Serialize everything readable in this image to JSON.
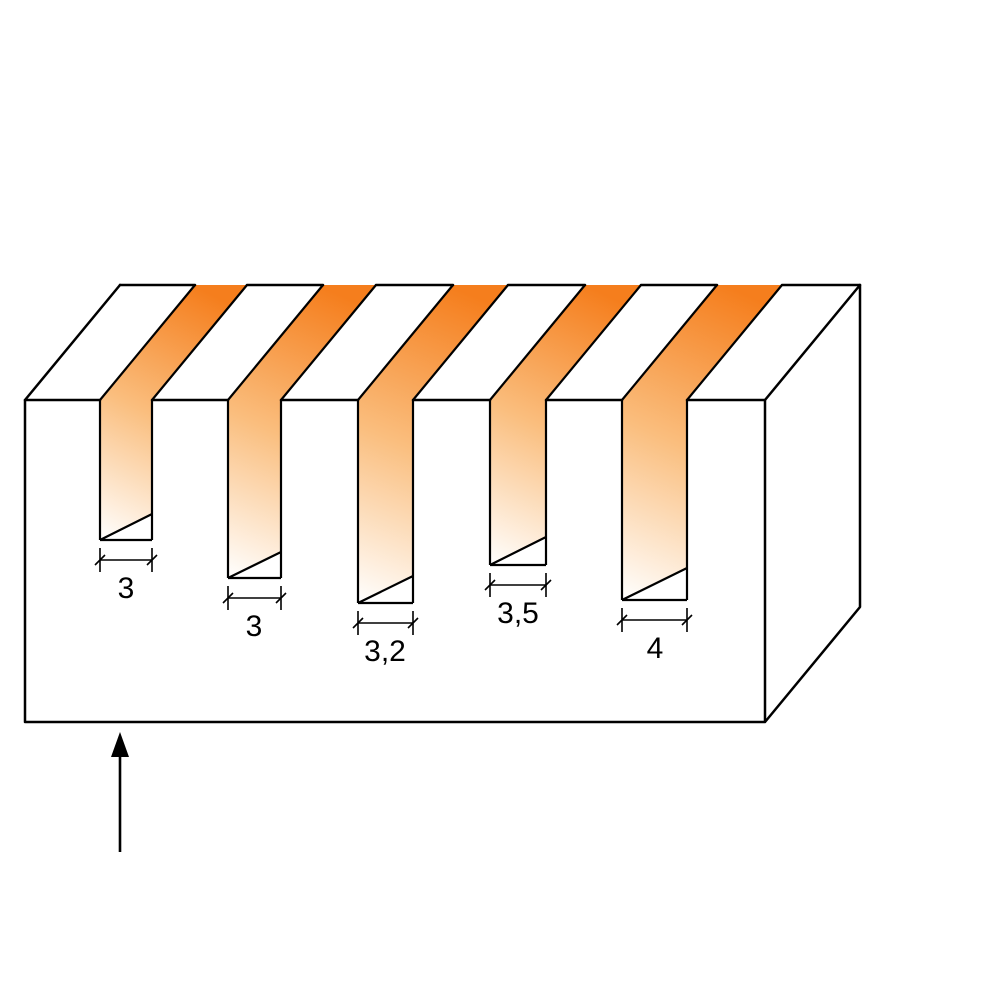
{
  "diagram": {
    "kind": "groove-cutting-technical-illustration",
    "slots": [
      {
        "label": "3"
      },
      {
        "label": "3"
      },
      {
        "label": "3,2"
      },
      {
        "label": "3,5"
      },
      {
        "label": "4"
      }
    ],
    "arrow": {
      "icon": "up-arrow",
      "meaning": "feed-direction"
    },
    "colors": {
      "outline": "#000000",
      "material": "#FFFFFF",
      "groove_orange": "#F57E1D",
      "groove_mid": "#FABE7E"
    }
  }
}
